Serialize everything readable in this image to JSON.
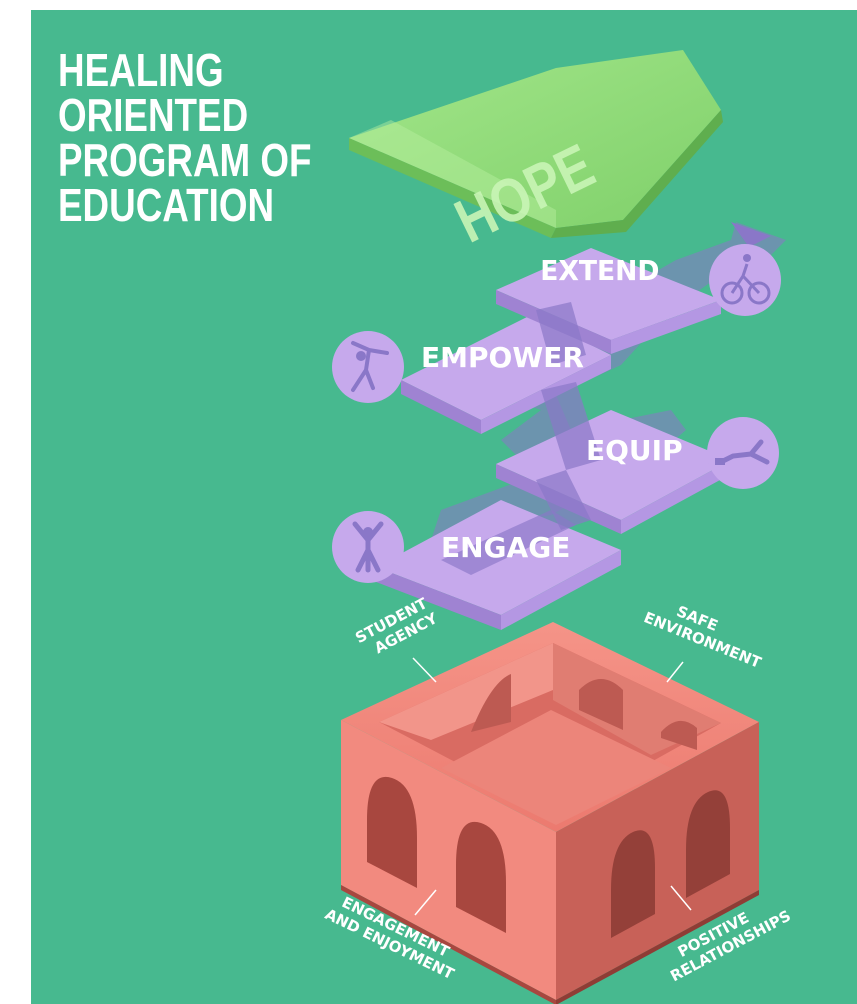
{
  "title_lines": [
    "HEALING",
    "ORIENTED",
    "PROGRAM OF",
    "EDUCATION"
  ],
  "roof_label": "HOPE",
  "steps": [
    "EXTEND",
    "EMPOWER",
    "EQUIP",
    "ENGAGE"
  ],
  "pillars": {
    "student_agency": [
      "STUDENT",
      "AGENCY"
    ],
    "safe_environment": [
      "SAFE",
      "ENVIRONMENT"
    ],
    "engagement": [
      "ENGAGEMENT",
      "AND ENJOYMENT"
    ],
    "positive_relationships": [
      "POSITIVE",
      "RELATIONSHIPS"
    ]
  },
  "colors": {
    "background": "#47b98f",
    "roof": "#8fdc78",
    "steps": "#c6a9ec",
    "arrow": "#8a77c8",
    "house": "#f08277",
    "text": "#ffffff"
  }
}
